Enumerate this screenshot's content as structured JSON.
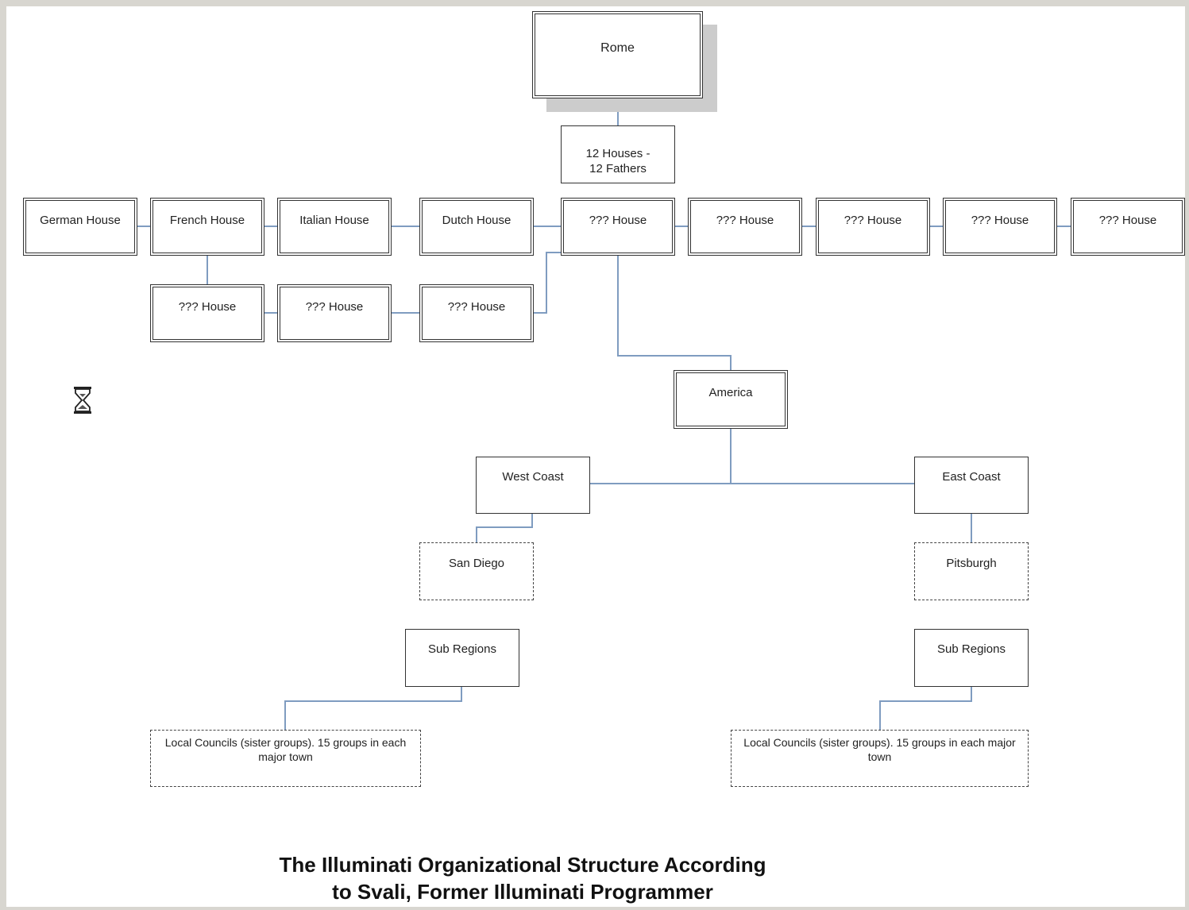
{
  "nodes": {
    "rome": "Rome",
    "houses12": "12 Houses -\n12 Fathers",
    "german": "German House",
    "french": "French House",
    "italian": "Italian House",
    "dutch": "Dutch House",
    "unknown_center": "??? House",
    "unknown_r1": "??? House",
    "unknown_r2": "??? House",
    "unknown_r3": "??? House",
    "unknown_r4": "??? House",
    "unknown_b1": "??? House",
    "unknown_b2": "??? House",
    "unknown_b3": "??? House",
    "america": "America",
    "west_coast": "West Coast",
    "east_coast": "East Coast",
    "san_diego": "San Diego",
    "pitsburgh": "Pitsburgh",
    "sub_regions_left": "Sub Regions",
    "sub_regions_right": "Sub Regions",
    "local_left": "Local Councils (sister groups). 15 groups in each major town",
    "local_right": "Local Councils (sister groups). 15 groups in each major town"
  },
  "title": {
    "line1": "The Illuminati Organizational Structure According",
    "line2": "to Svali, Former Illuminati Programmer"
  },
  "icons": {
    "hourglass": "hourglass-icon"
  },
  "colors": {
    "connector": "#7f9cc0",
    "border": "#333333",
    "background": "#d8d6d0"
  }
}
